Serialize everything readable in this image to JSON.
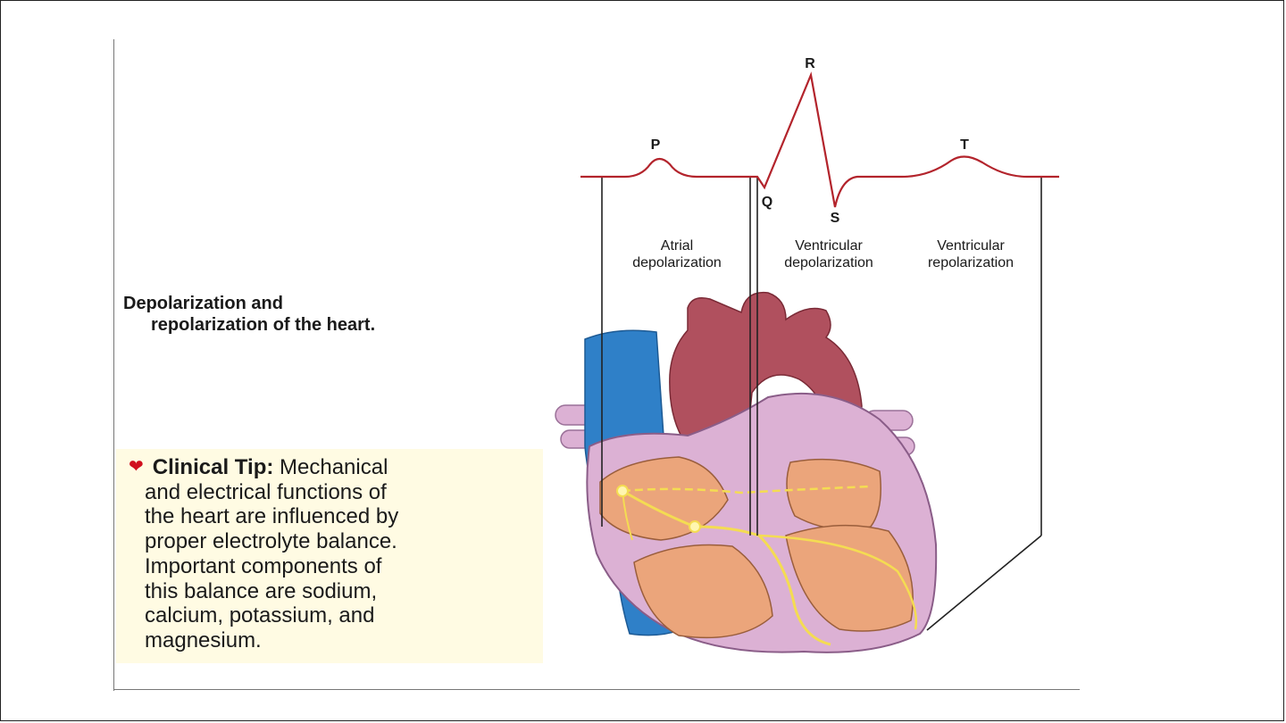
{
  "caption": {
    "line1": "Depolarization and",
    "line2": "repolarization of the heart."
  },
  "tip": {
    "heading": "Clinical Tip:",
    "lines": [
      "Mechanical",
      "and electrical functions of",
      "the heart are influenced by",
      "proper electrolyte balance.",
      "Important components of",
      "this balance are sodium,",
      "calcium, potassium, and",
      "magnesium."
    ]
  },
  "ecg": {
    "waves": {
      "p": "P",
      "q": "Q",
      "r": "R",
      "s": "S",
      "t": "T"
    },
    "phases": [
      {
        "line1": "Atrial",
        "line2": "depolarization"
      },
      {
        "line1": "Ventricular",
        "line2": "depolarization"
      },
      {
        "line1": "Ventricular",
        "line2": "repolarization"
      }
    ]
  },
  "colors": {
    "ecg_trace": "#b3242c",
    "aorta": "#b0505e",
    "vena_cava": "#2f80c8",
    "heart_wall": "#dcb1d4",
    "chamber": "#eba57b",
    "conduction": "#f4dc52",
    "tip_background": "#fffbe3",
    "heart_icon": "#d0101e"
  },
  "icons": {
    "tip_marker": "heart-icon"
  }
}
